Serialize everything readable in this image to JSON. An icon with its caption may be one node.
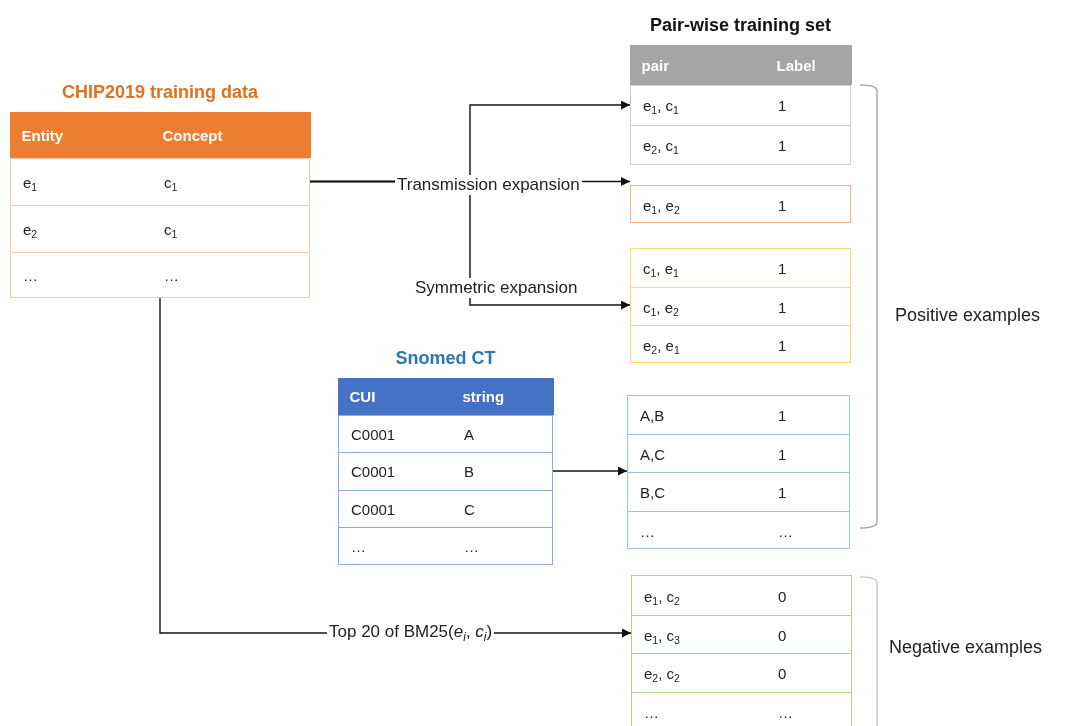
{
  "diagram": {
    "nodes": [
      {
        "text": [
          "CHIP2019 training data",
          "Entity",
          "Concept",
          "e$_{1}$",
          "c$_{1}$",
          "e$_{2}$",
          "c$_{1}$",
          "…",
          "…"
        ]
      },
      {
        "text": [
          "Pair-wise training set",
          "pair",
          "Label",
          "e$_{1}$, c$_{1}$",
          "1",
          "e$_{2}$, c$_{1}$",
          "1"
        ]
      },
      {
        "text": [
          "e$_{1}$, e$_{2}$",
          "1"
        ]
      },
      {
        "text": [
          "c$_{1}$, e$_{1}$",
          "1",
          "c$_{1}$, e$_{2}$",
          "1",
          "e$_{2}$, e$_{1}$",
          "1"
        ]
      },
      {
        "text": [
          "Snomed CT",
          "CUI",
          "string",
          "C0001",
          "A",
          "C0001",
          "B",
          "C0001",
          "C",
          "…",
          "…"
        ]
      },
      {
        "text": [
          "A,B",
          "1",
          "A,C",
          "1",
          "B,C",
          "1",
          "…",
          "…"
        ]
      },
      {
        "text": [
          "e$_{1}$, c$_{2}$",
          "0",
          "e$_{1}$, c$_{3}$",
          "0",
          "e$_{2}$, c$_{2}$",
          "0",
          "…",
          "…"
        ]
      }
    ],
    "edges": [
      {
        "from": 0,
        "to": 1,
        "arrow": "to"
      },
      {
        "from": 0,
        "to": 2,
        "arrow": "to",
        "label": "Transmission expansion"
      },
      {
        "from": 0,
        "to": 3,
        "arrow": "to",
        "label": "Symmetric expansion"
      },
      {
        "from": 4,
        "to": 5,
        "arrow": "to"
      },
      {
        "from": 0,
        "to": 6,
        "arrow": "to",
        "label": "Top 20 of BM25(*e*$_{i}$, *c*$_{i}$)"
      }
    ],
    "labels": [
      "Positive examples",
      "Negative examples"
    ]
  }
}
